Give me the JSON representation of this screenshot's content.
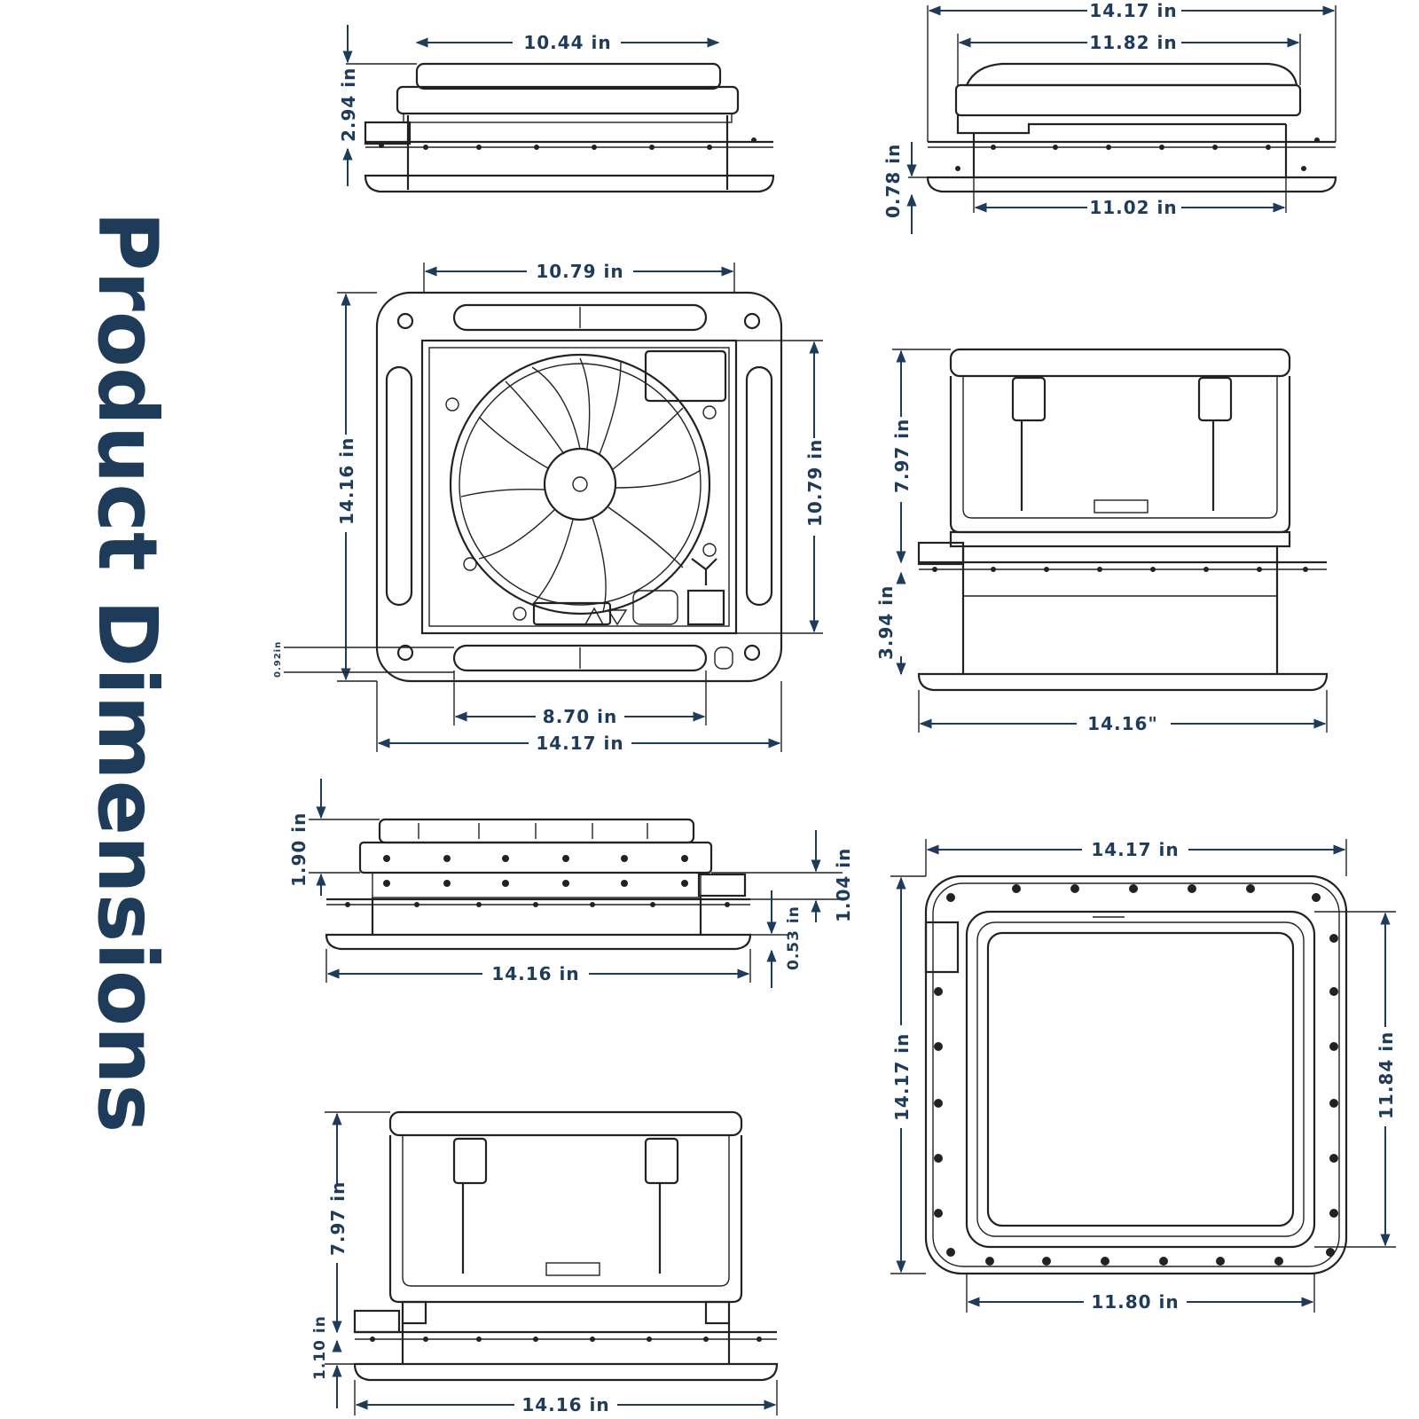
{
  "title": "Product Dimensions",
  "colors": {
    "accent": "#1f3b5a",
    "line": "#222222",
    "background": "#ffffff"
  },
  "views": {
    "side_view_top_left": {
      "width": "10.44 in",
      "height": "2.94 in"
    },
    "side_view_top_right": {
      "outer_width": "14.17 in",
      "lid_width": "11.82 in",
      "base_width": "11.02 in",
      "flange_height": "0.78 in"
    },
    "bottom_view_fan": {
      "top_slot_width": "10.79 in",
      "outer_height": "14.16 in",
      "inner_height": "10.79 in",
      "bottom_slot_width": "8.70 in",
      "outer_width": "14.17 in",
      "margin": "0.92in"
    },
    "open_view_right": {
      "lid_height": "7.97 in",
      "base_height": "3.94 in",
      "width": "14.16\""
    },
    "side_view_middle_left": {
      "lid_height": "1.90 in",
      "flange_height": "1.04 in",
      "trim_height": "0.53 in",
      "width": "14.16 in"
    },
    "top_view_frame": {
      "outer_width": "14.17 in",
      "outer_height": "14.17 in",
      "inner_height": "11.84 in",
      "inner_width": "11.80 in"
    },
    "open_view_bottom_left": {
      "lid_height": "7.97 in",
      "base_height": "1.10 in",
      "width": "14.16 in"
    }
  }
}
